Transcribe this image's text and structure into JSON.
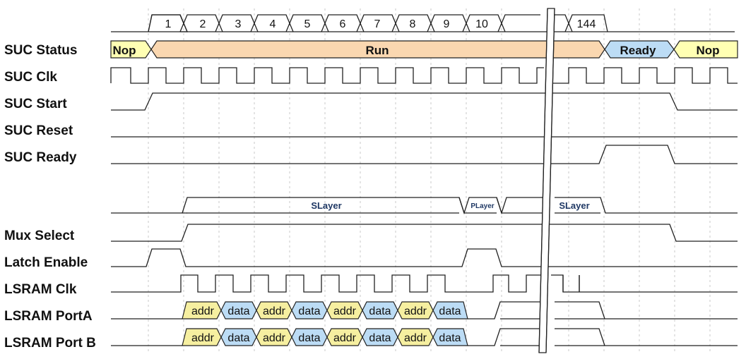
{
  "cycle_numbers": [
    "1",
    "2",
    "3",
    "4",
    "5",
    "6",
    "7",
    "8",
    "9",
    "10",
    "144"
  ],
  "signal_labels": {
    "suc_status": "SUC Status",
    "suc_clk": "SUC Clk",
    "suc_start": "SUC Start",
    "suc_reset": "SUC Reset",
    "suc_ready": "SUC Ready",
    "mux_select": "Mux Select",
    "latch_enable": "Latch Enable",
    "lsram_clk": "LSRAM Clk",
    "lsram_porta": "LSRAM PortA",
    "lsram_portb": "LSRAM Port B"
  },
  "status_states": [
    "Nop",
    "Run",
    "Ready",
    "Nop"
  ],
  "layer_states": [
    "SLayer",
    "PLayer",
    "SLayer"
  ],
  "port_cells": [
    "addr",
    "data",
    "addr",
    "data",
    "addr",
    "data",
    "addr",
    "data"
  ],
  "colors": {
    "nop_fill": "#ffffb3",
    "run_fill": "#fad7b0",
    "ready_fill": "#bcdcf5",
    "addr_fill": "#f6efa0",
    "data_fill": "#bcdcf5",
    "stroke": "#222222",
    "grid": "#c8c8c8"
  }
}
